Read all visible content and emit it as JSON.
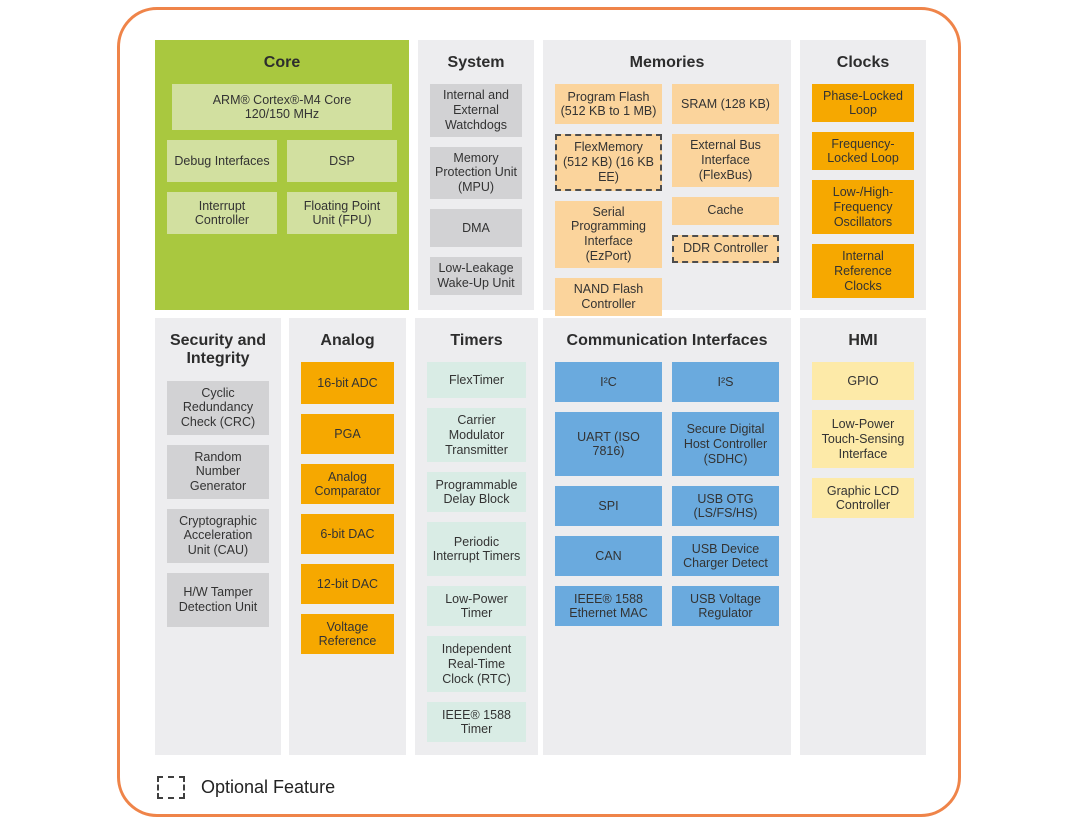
{
  "colors": {
    "frame_border": "#ef8449",
    "core_section_bg": "#a9c83f",
    "core_block": "#d2e0a0",
    "panel_bg": "#ededef",
    "system_block": "#d2d2d4",
    "memories_block": "#fbd49c",
    "clocks_analog_block": "#f6a800",
    "timers_block": "#d9ece5",
    "comm_block": "#6aaade",
    "hmi_block": "#fdeaa8"
  },
  "sections": {
    "core": {
      "title": "Core",
      "blocks": [
        "ARM® Cortex®-M4 Core 120/150 MHz",
        "Debug Interfaces",
        "DSP",
        "Interrupt Controller",
        "Floating Point Unit (FPU)"
      ]
    },
    "system": {
      "title": "System",
      "blocks": [
        "Internal and External Watchdogs",
        "Memory Protection Unit (MPU)",
        "DMA",
        "Low-Leakage Wake-Up Unit"
      ]
    },
    "memories": {
      "title": "Memories",
      "col1": [
        "Program Flash (512 KB to 1 MB)",
        "FlexMemory (512 KB) (16 KB EE)",
        "Serial Programming Interface (EzPort)",
        "NAND Flash Controller"
      ],
      "col2": [
        "SRAM (128 KB)",
        "External Bus Interface (FlexBus)",
        "Cache",
        "DDR Controller"
      ]
    },
    "clocks": {
      "title": "Clocks",
      "blocks": [
        "Phase-Locked Loop",
        "Frequency-Locked Loop",
        "Low-/High-Frequency Oscillators",
        "Internal Reference Clocks"
      ]
    },
    "security": {
      "title": "Security and Integrity",
      "blocks": [
        "Cyclic Redundancy Check (CRC)",
        "Random Number Generator",
        "Cryptographic Acceleration Unit (CAU)",
        "H/W Tamper Detection Unit"
      ]
    },
    "analog": {
      "title": "Analog",
      "blocks": [
        "16-bit ADC",
        "PGA",
        "Analog Comparator",
        "6-bit DAC",
        "12-bit DAC",
        "Voltage Reference"
      ]
    },
    "timers": {
      "title": "Timers",
      "blocks": [
        "FlexTimer",
        "Carrier Modulator Transmitter",
        "Programmable Delay Block",
        "Periodic Interrupt Timers",
        "Low-Power Timer",
        "Independent Real-Time Clock (RTC)",
        "IEEE® 1588 Timer"
      ]
    },
    "comm": {
      "title": "Communication Interfaces",
      "col1": [
        "I²C",
        "UART (ISO 7816)",
        "SPI",
        "CAN",
        "IEEE® 1588 Ethernet MAC"
      ],
      "col2": [
        "I²S",
        "Secure Digital Host Controller (SDHC)",
        "USB OTG (LS/FS/HS)",
        "USB Device Charger Detect",
        "USB Voltage Regulator"
      ]
    },
    "hmi": {
      "title": "HMI",
      "blocks": [
        "GPIO",
        "Low-Power Touch-Sensing Interface",
        "Graphic LCD Controller"
      ]
    }
  },
  "optional_feature_blocks": [
    "FlexMemory (512 KB) (16 KB EE)",
    "DDR Controller"
  ],
  "legend": {
    "label": "Optional Feature"
  }
}
